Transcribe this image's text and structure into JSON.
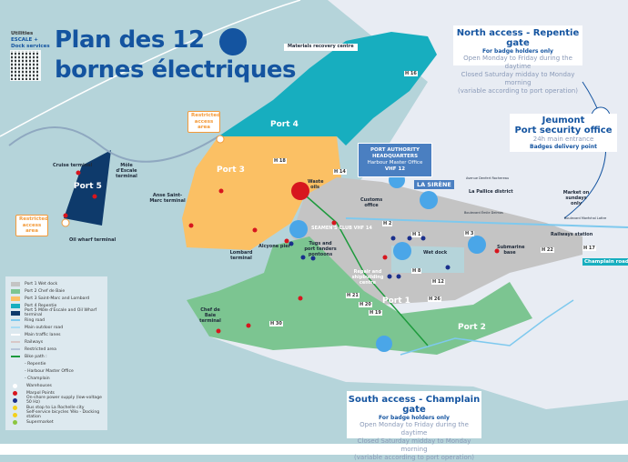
{
  "header": {
    "utilities": "Utilities",
    "brand": "ESCALE +",
    "brand_sub": "Dock services",
    "title_line1": "Plan des 12",
    "title_line2": "bornes électriques"
  },
  "north_access": {
    "title": "North access - Repentie gate",
    "subtitle": "For badge holders only",
    "line1": "Open Monday to Friday during the daytime",
    "line2": "Closed Saturday midday to Monday morning",
    "line3": "(variable according to port operation)"
  },
  "security_office": {
    "title1": "Jeumont",
    "title2": "Port security office",
    "line1": "24h main entrance",
    "line2": "Badges delivery point"
  },
  "south_access": {
    "title": "South access - Champlain gate",
    "subtitle": "For badge holders only",
    "line1": "Open Monday to Friday during the daytime",
    "line2": "Closed Saturday midday to Monday morning",
    "line3": "(variable according to port operation)"
  },
  "port_authority": {
    "line1": "PORT AUTHORITY",
    "line2": "HEADQUARTERS",
    "line3": "Harbour Master Office",
    "line4": "VHF 12"
  },
  "la_sirene": "LA SIRÈNE",
  "restricted": "Restricted access area",
  "ports": {
    "p1": "Port 1",
    "p2": "Port 2",
    "p3": "Port 3",
    "p4": "Port 4",
    "p5": "Port 5"
  },
  "labels": {
    "materials": "Materials recovery centre",
    "cruise": "Cruise terminal",
    "mole": "Môle d'Escale terminal",
    "oil": "Oil wharf terminal",
    "anse": "Anse Saint-Marc terminal",
    "lombard": "Lombard terminal",
    "alcyone": "Alcyone pier",
    "tugs": "Tugs and port tenders pontoons",
    "seamen": "SEAMEN'S CLUB VHF 14",
    "waste": "Waste oils",
    "customs": "Customs office",
    "pallice": "La Pallice district",
    "market": "Market on sundays only",
    "wetdock": "Wet dock",
    "submarine": "Submarine base",
    "railways": "Railways station",
    "chef": "Chef de Baie terminal",
    "repair": "Repair and shipbuilding centre",
    "avenue": "Avenue Denfert Rochereau",
    "boulevard": "Boulevard Émile Delmas",
    "boulevard2": "Boulevard Maréchal Lattre",
    "champlain_road": "Champlain road"
  },
  "warehouses": [
    "H 1",
    "H 2",
    "H 3",
    "H 8",
    "H 12",
    "H 14",
    "H 16",
    "H 17",
    "H 18",
    "H 19",
    "H 20",
    "H 21",
    "H 22",
    "H 26",
    "H 30"
  ],
  "legend": [
    {
      "label": "Port 1 Wet dock",
      "color": "#c4c4c4"
    },
    {
      "label": "Port 2 Chef de Baie",
      "color": "#7cc591"
    },
    {
      "label": "Port 3 Saint-Marc and Lombard",
      "color": "#fbc064"
    },
    {
      "label": "Port 4 Repentie",
      "color": "#17aebf"
    },
    {
      "label": "Port 5 Môle d'Escale and Oil Wharf terminal",
      "color": "#0e3a6b"
    },
    {
      "label": "Ring road",
      "color": "#7ec9ee"
    },
    {
      "label": "Main outdoor road",
      "color": "#a9dcf3"
    },
    {
      "label": "Main traffic lanes",
      "color": "#ffffff"
    },
    {
      "label": "Railways",
      "color": "#d8c7c7"
    },
    {
      "label": "Restricted area",
      "color": "#b8c6da"
    },
    {
      "label": "Bike path :",
      "color": "#1d9a3c"
    },
    {
      "label": "- Repentie",
      "color": ""
    },
    {
      "label": "- Harbour Master Office",
      "color": ""
    },
    {
      "label": "- Champlain",
      "color": ""
    },
    {
      "label": "Warehouses",
      "color": "#ffffff"
    },
    {
      "label": "Marpol Points",
      "color": "#d7161e"
    },
    {
      "label": "On-shore power supply (low-voltage 50 Hz)",
      "color": "#1a2f8c"
    },
    {
      "label": "Bus stop to La Rochelle city",
      "color": "#f4d01a"
    },
    {
      "label": "Self-service bicycles Yélo - Docking station",
      "color": "#f4d01a"
    },
    {
      "label": "Supermarket",
      "color": "#8cc63f"
    }
  ],
  "colors": {
    "sea": "#b5d4da",
    "land": "#e8ecf3",
    "accent": "#1454a0",
    "marpol": "#d7161e",
    "power": "#1a2f8c"
  }
}
